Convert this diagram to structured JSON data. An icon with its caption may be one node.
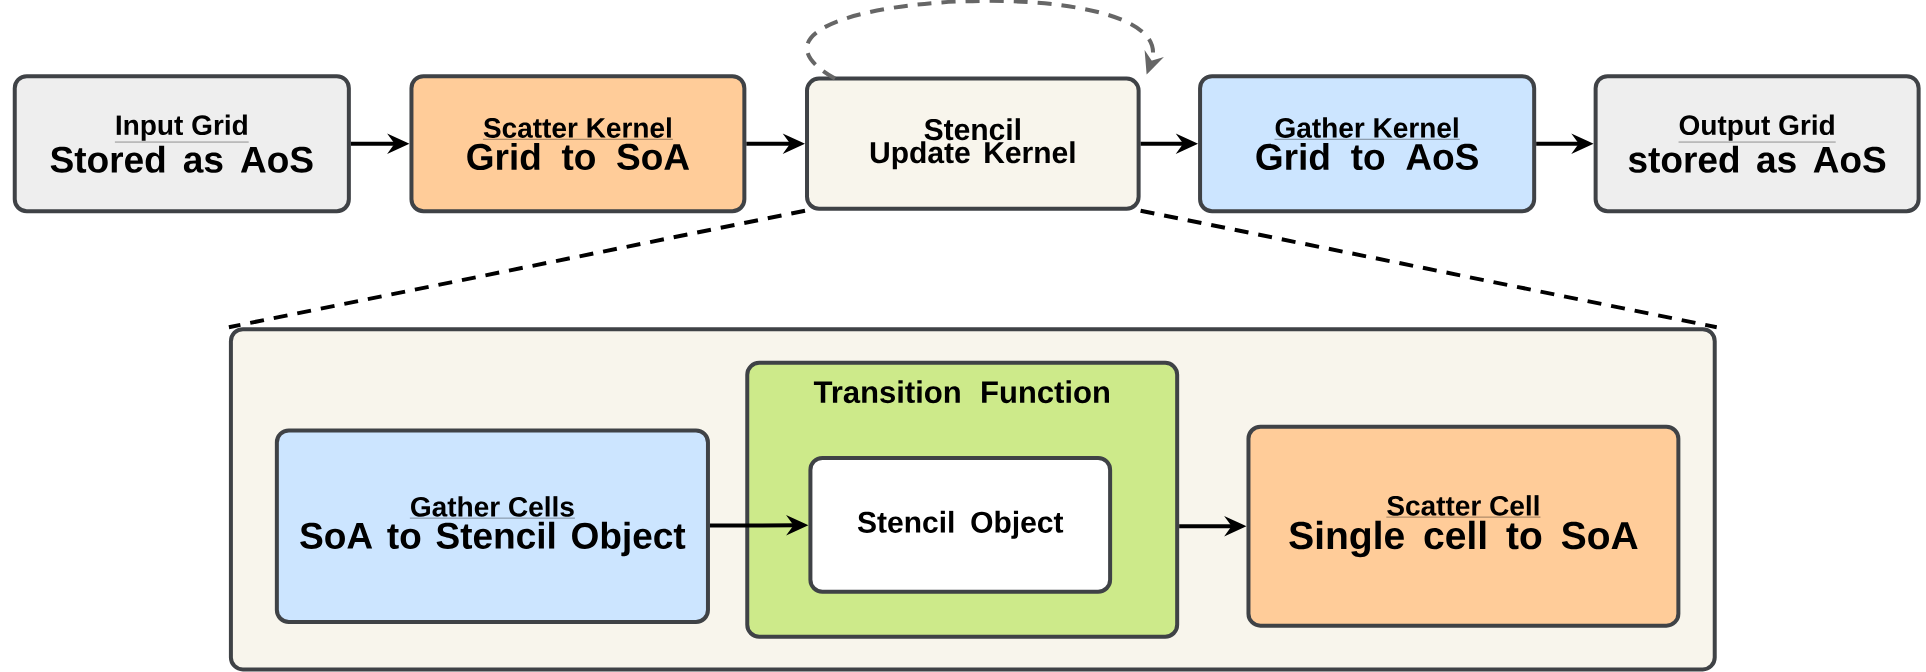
{
  "diagram": {
    "nodes": [
      {
        "text": [
          "Input Grid",
          "Stored as AoS"
        ]
      },
      {
        "text": [
          "Scatter Kernel",
          "Grid to SoA"
        ]
      },
      {
        "text": [
          "Stencil Update Kernel"
        ]
      },
      {
        "text": [
          "Gather Kernel",
          "Grid to AoS"
        ]
      },
      {
        "text": [
          "Output Grid",
          "stored as AoS"
        ]
      },
      {
        "text": [],
        "shape": "box"
      },
      {
        "text": [
          "Gather Cells",
          "SoA to Stencil Object"
        ],
        "in": 5
      },
      {
        "text": [
          "Transition Function"
        ],
        "in": 5
      },
      {
        "text": [
          "Stencil Object"
        ],
        "in": 7
      },
      {
        "text": [
          "Scatter Cell",
          "Single cell to SoA"
        ],
        "in": 5
      }
    ],
    "edges": [
      {
        "from": 0,
        "to": 1,
        "arrow": "to"
      },
      {
        "from": 1,
        "to": 2,
        "arrow": "to"
      },
      {
        "from": 2,
        "to": 3,
        "arrow": "to"
      },
      {
        "from": 3,
        "to": 4,
        "arrow": "to"
      },
      {
        "from": 2,
        "to": 2,
        "arrow": "to",
        "style": "dashed",
        "color": "#666666"
      },
      {
        "from": 2,
        "to": 5,
        "arrow": "none",
        "style": "dashed"
      },
      {
        "from": 2,
        "to": 5,
        "arrow": "none",
        "style": "dashed"
      },
      {
        "from": 6,
        "to": 8,
        "arrow": "to"
      },
      {
        "from": 7,
        "to": 9,
        "arrow": "to"
      }
    ]
  }
}
